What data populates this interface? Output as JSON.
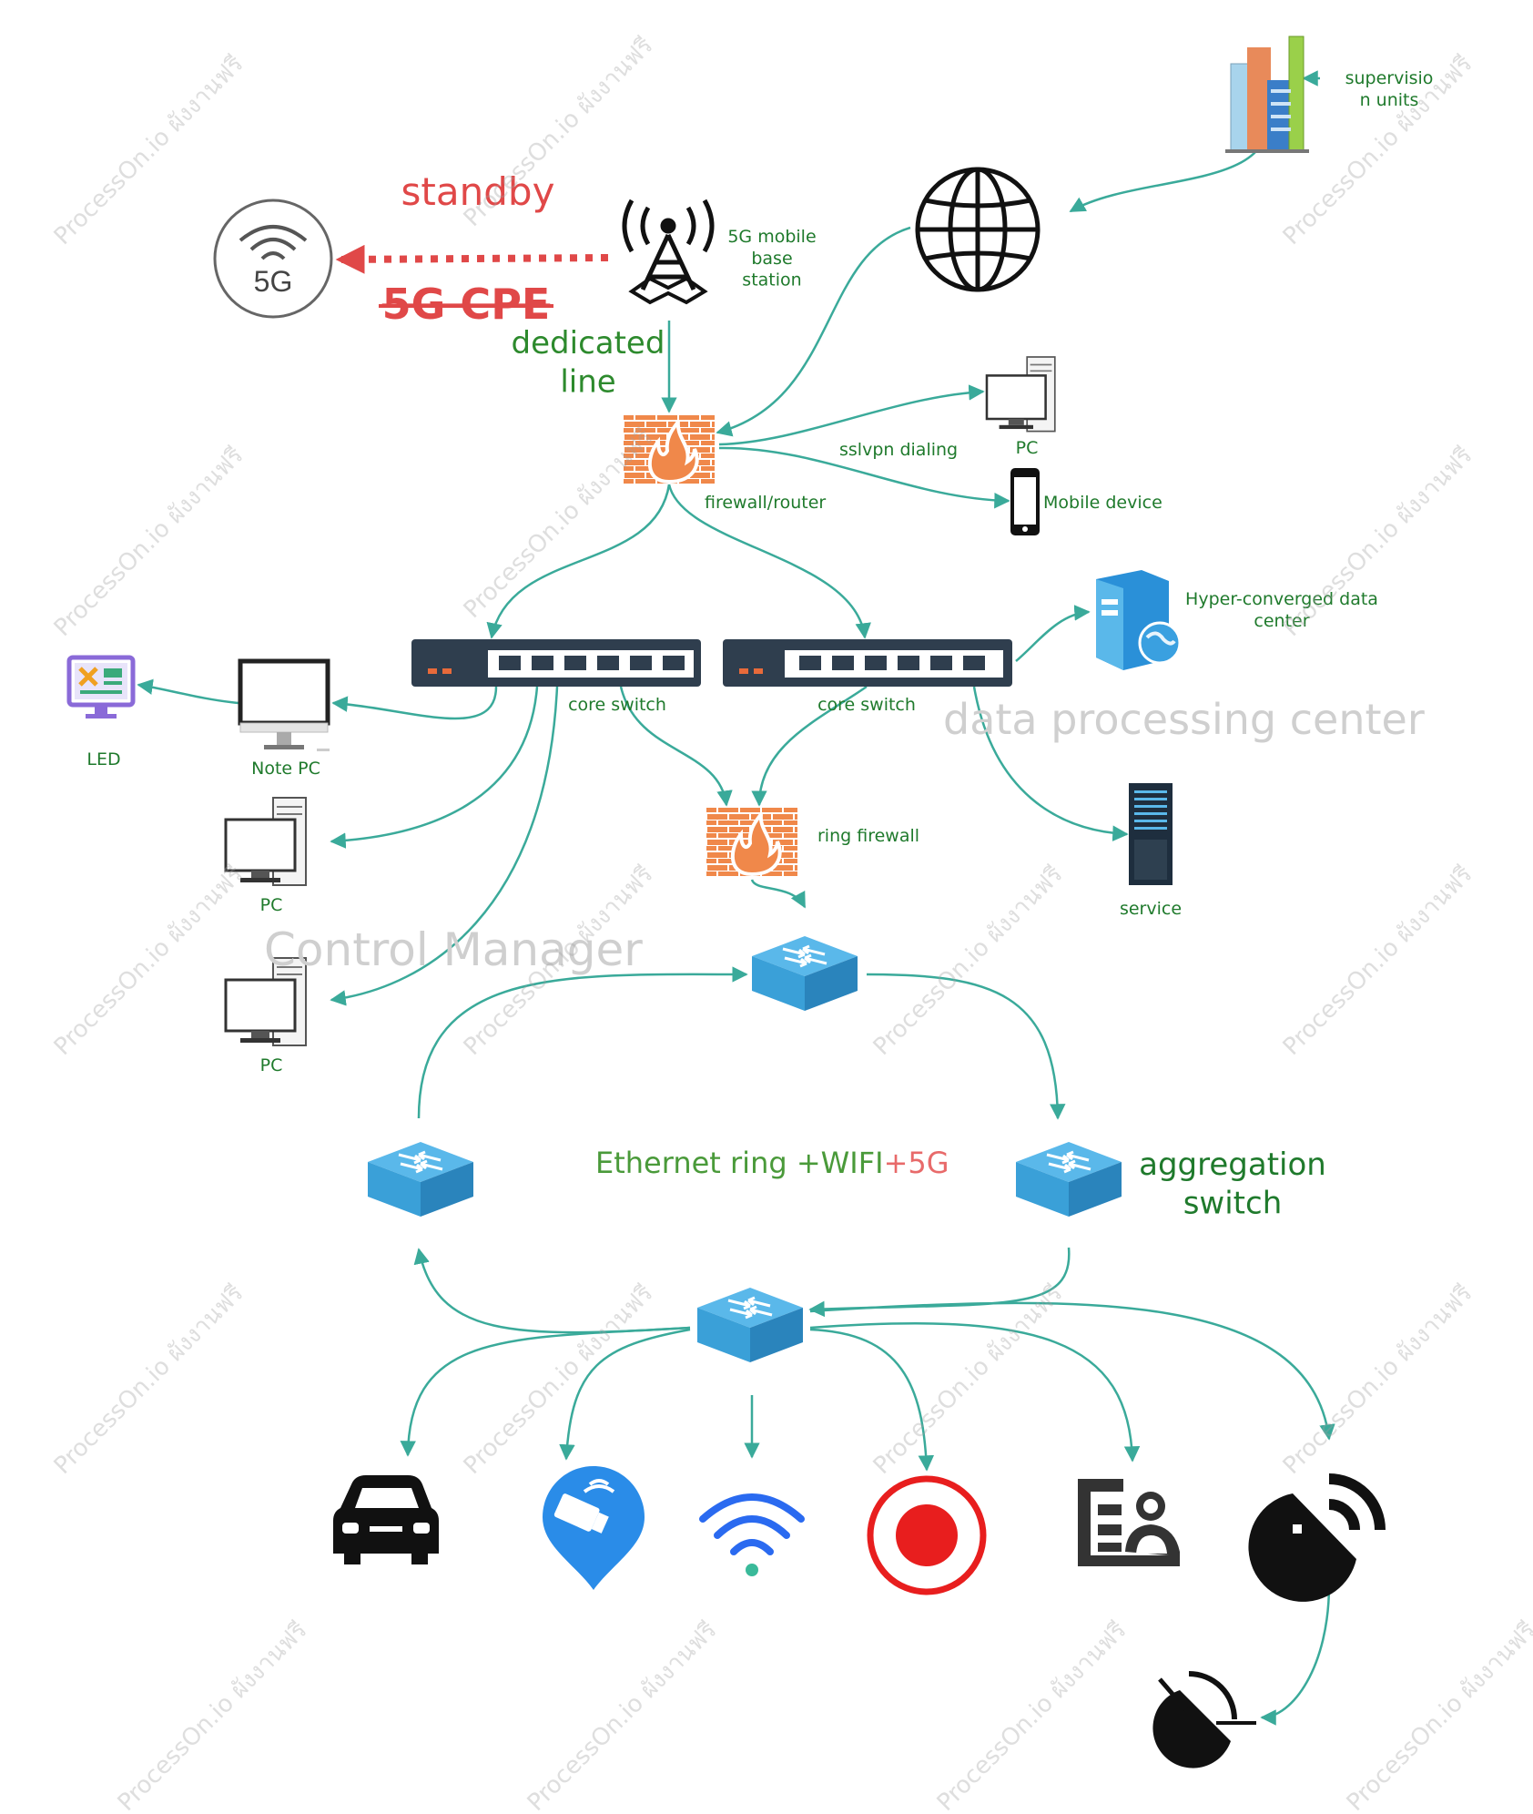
{
  "labels": {
    "supervision": "supervisio\nn units",
    "standby": "standby",
    "cpe": "5G CPE",
    "cpe_icon_text": "5G",
    "base_station": "5G mobile\nbase\nstation",
    "dedicated_line": "dedicated\nline",
    "firewall_router": "firewall/router",
    "sslvpn": "sslvpn dialing",
    "pc_top": "PC",
    "mobile": "Mobile device",
    "hyper": "Hyper-converged data\ncenter",
    "core_switch_1": "core switch",
    "core_switch_2": "core switch",
    "data_processing": "data processing center",
    "led": "LED",
    "note_pc": "Note PC",
    "pc_1": "PC",
    "pc_2": "PC",
    "ring_firewall": "ring firewall",
    "service": "service",
    "control_manager": "Control Manager",
    "ring_part1": "Ethernet ring +WIFI",
    "ring_part2": "+5G",
    "aggregation": "aggregation\nswitch"
  },
  "watermark": "ProcessOn.io ผังงานฟรี",
  "colors": {
    "arrow": "#3aaa9a",
    "label_green": "#1f7a2c",
    "firewall": "#f0884a",
    "switch_top": "#5ab8ea",
    "switch_side": "#2a8cc8",
    "red": "#e04848",
    "core_switch": "#2f3e4e"
  },
  "icons": {
    "supervision": "city-buildings-icon",
    "internet": "globe-icon",
    "base_station": "radio-tower-icon",
    "cpe": "5g-router-icon",
    "firewall": "brick-firewall-icon",
    "pc": "desktop-tower-icon",
    "mobile": "smartphone-icon",
    "hyper": "server-globe-icon",
    "led": "monitor-dashboard-icon",
    "note_pc": "monitor-icon",
    "service": "rack-server-icon",
    "switch": "network-switch-icon",
    "car": "car-icon",
    "camera": "camera-pin-icon",
    "wifi": "wifi-icon",
    "record": "record-icon",
    "id_card": "id-card-icon",
    "radar": "radar-dish-icon",
    "satellite": "satellite-dish-icon"
  }
}
